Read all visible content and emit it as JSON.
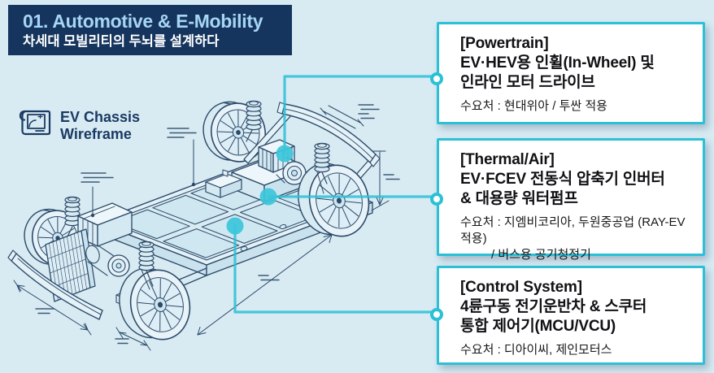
{
  "header": {
    "title": "01. Automotive & E-Mobility",
    "subtitle": "차세대 모빌리티의 두뇌를 설계하다"
  },
  "diagram_label": {
    "line1": "EV Chassis",
    "line2": "Wireframe"
  },
  "callouts": [
    {
      "id": "powertrain",
      "category": "[Powertrain]",
      "title_lines": [
        "EV·HEV용 인휠(In-Wheel) 및",
        "인라인 모터 드라이브"
      ],
      "demand_lines": [
        "수요처 : 현대위아 / 투싼 적용"
      ]
    },
    {
      "id": "thermal-air",
      "category": "[Thermal/Air]",
      "title_lines": [
        "EV·FCEV 전동식 압축기 인버터",
        "& 대용량 워터펌프"
      ],
      "demand_lines": [
        "수요처 : 지엠비코리아, 두원중공업 (RAY-EV 적용)",
        "/ 버스용 공기청정기"
      ]
    },
    {
      "id": "control-system",
      "category": "[Control System]",
      "title_lines": [
        "4륜구동 전기운반차 & 스쿠터",
        "통합 제어기(MCU/VCU)"
      ],
      "demand_lines": [
        "수요처 : 디아이씨, 제인모터스"
      ]
    }
  ],
  "colors": {
    "background": "#d8ebf3",
    "header_bg": "#16355e",
    "header_title": "#a6d6f4",
    "header_subtitle": "#ffffff",
    "accent_cyan": "#2bc0d6",
    "line_art_navy": "#2c4a69",
    "callout_bg": "#ffffff",
    "callout_text": "#101114"
  }
}
